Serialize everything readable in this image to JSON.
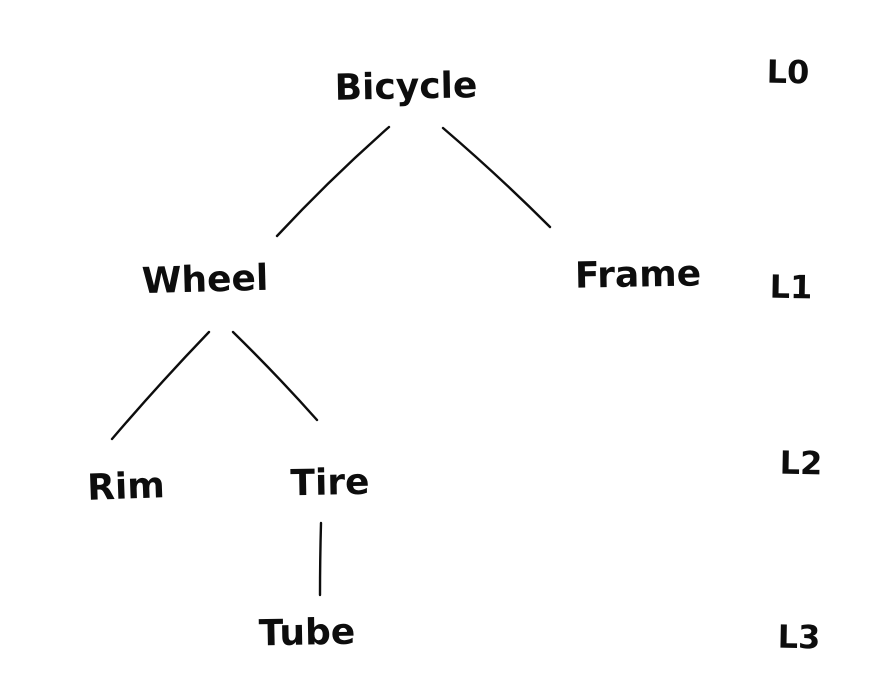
{
  "diagram": {
    "type": "tree",
    "description": "Hand-drawn component hierarchy tree of a bicycle with depth level labels",
    "colors": {
      "ink": "#0d0d0d",
      "background": "#ffffff"
    },
    "nodes": [
      {
        "id": "bicycle",
        "label": "Bicycle",
        "level": 0,
        "parent": null
      },
      {
        "id": "wheel",
        "label": "Wheel",
        "level": 1,
        "parent": "bicycle"
      },
      {
        "id": "frame",
        "label": "Frame",
        "level": 1,
        "parent": "bicycle"
      },
      {
        "id": "rim",
        "label": "Rim",
        "level": 2,
        "parent": "wheel"
      },
      {
        "id": "tire",
        "label": "Tire",
        "level": 2,
        "parent": "wheel"
      },
      {
        "id": "tube",
        "label": "Tube",
        "level": 3,
        "parent": "tire"
      }
    ],
    "edges": [
      {
        "from": "bicycle",
        "to": "wheel"
      },
      {
        "from": "bicycle",
        "to": "frame"
      },
      {
        "from": "wheel",
        "to": "rim"
      },
      {
        "from": "wheel",
        "to": "tire"
      },
      {
        "from": "tire",
        "to": "tube"
      }
    ],
    "level_labels": [
      {
        "label": "L0"
      },
      {
        "label": "L1"
      },
      {
        "label": "L2"
      },
      {
        "label": "L3"
      }
    ]
  }
}
